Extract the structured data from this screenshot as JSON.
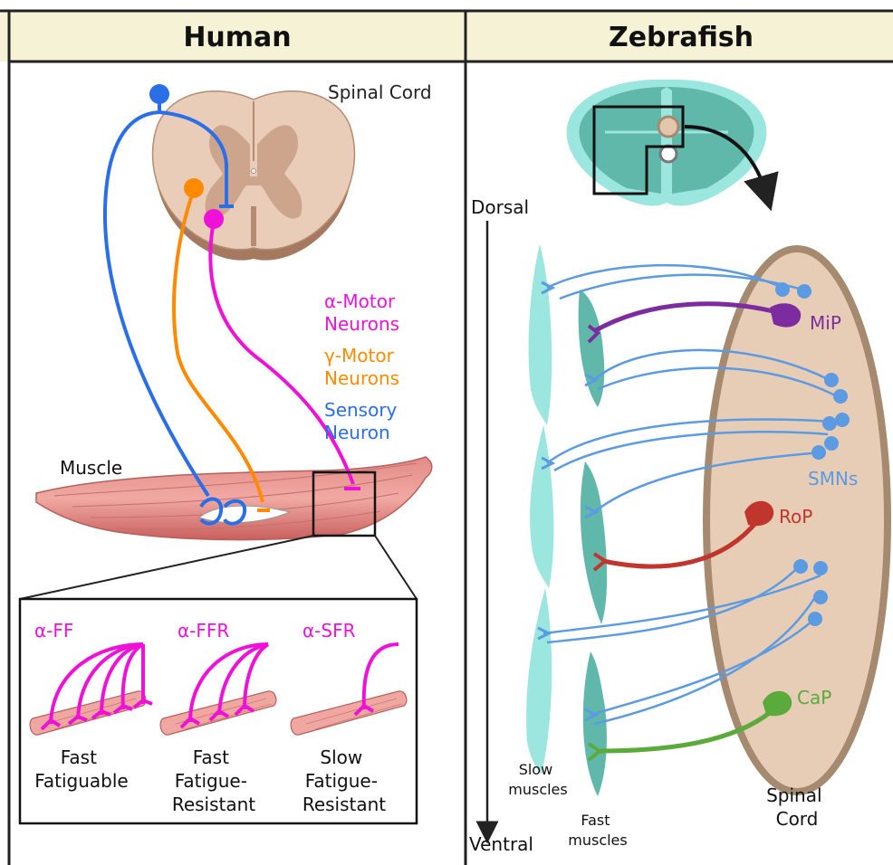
{
  "human": {
    "header": "Human",
    "spinal_cord_label": "Spinal Cord",
    "alpha_label": [
      "α-Motor",
      "Neurons"
    ],
    "gamma_label": [
      "γ-Motor",
      "Neurons"
    ],
    "sensory_label": [
      "Sensory",
      "Neuron"
    ],
    "muscle_label": "Muscle",
    "inset": {
      "types": [
        {
          "code": "α-FF",
          "desc": [
            "Fast",
            "Fatiguable"
          ]
        },
        {
          "code": "α-FFR",
          "desc": [
            "Fast",
            "Fatigue-",
            "Resistant"
          ]
        },
        {
          "code": "α-SFR",
          "desc": [
            "Slow",
            "Fatigue-",
            "Resistant"
          ]
        }
      ]
    }
  },
  "zebrafish": {
    "header": "Zebrafish",
    "dorsal": "Dorsal",
    "ventral": "Ventral",
    "mip": "MiP",
    "smns": "SMNs",
    "rop": "RoP",
    "cap": "CaP",
    "slow_muscles": [
      "Slow",
      "muscles"
    ],
    "fast_muscles": [
      "Fast",
      "muscles"
    ],
    "spinal_cord": [
      "Spinal",
      "Cord"
    ]
  },
  "colors": {
    "header_bg": "#f5f2d6",
    "sensory": "#2a6ee8",
    "gamma": "#ff8a00",
    "alpha": "#ee12d8",
    "mip": "#7c2c9e",
    "rop": "#c0352c",
    "cap": "#5aaa3c",
    "smn": "#5c9be2"
  }
}
